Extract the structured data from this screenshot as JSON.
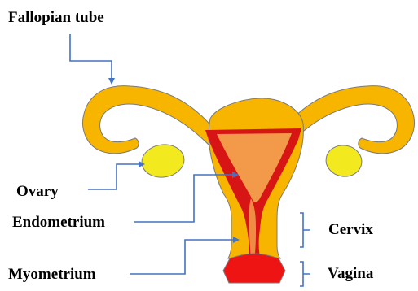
{
  "colors": {
    "uterus": "#f7b500",
    "uterus_outline": "#7a7a7a",
    "ovary": "#f2ea1f",
    "endometrium_red": "#d81515",
    "cavity": "#f29a4a",
    "cervix_canal": "#ee8c44",
    "vagina": "#ef1414",
    "pointer_line": "#4472c4",
    "label_text": "#000000"
  },
  "labels": {
    "fallopian_tube": "Fallopian tube",
    "ovary": "Ovary",
    "endometrium": "Endometrium",
    "myometrium": "Myometrium",
    "cervix": "Cervix",
    "vagina": "Vagina"
  }
}
